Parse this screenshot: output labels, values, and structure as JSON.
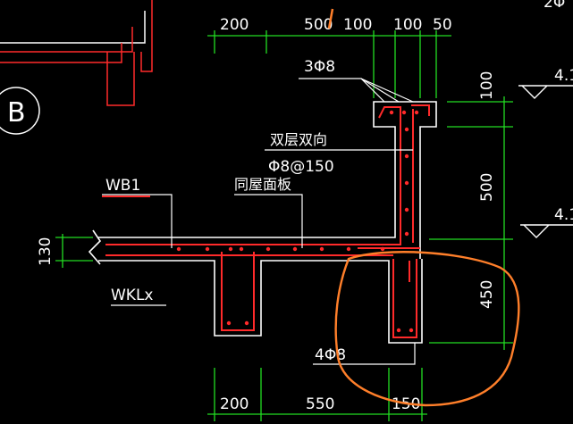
{
  "colors": {
    "background": "#000000",
    "concrete_outline": "#ffffff",
    "rebar": "#ff2a2a",
    "dimension": "#22dd22",
    "highlight": "#ff7f2a",
    "leader": "#ffffff"
  },
  "axis_bubble": {
    "label": "B"
  },
  "dimensions": {
    "top": [
      "200",
      "500",
      "100",
      "100",
      "50"
    ],
    "bottom": [
      "200",
      "550",
      "150"
    ],
    "right": [
      "100",
      "500",
      "450"
    ],
    "left": [
      "130"
    ]
  },
  "labels": {
    "top_rebar": "3Φ8",
    "slab_rebar_note": "双层双向",
    "slab_rebar_spec": "Φ8@150",
    "wb1": "WB1",
    "same_as_roof": "同屋面板",
    "beam": "WKLx",
    "bottom_rebar": "4Φ8"
  },
  "level_marks": [
    {
      "text": "4.1"
    },
    {
      "text": "4.1"
    }
  ],
  "corner_text": "2Φ"
}
